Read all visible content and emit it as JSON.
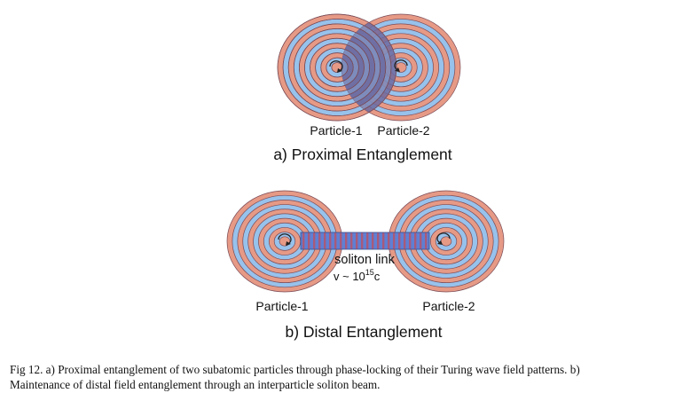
{
  "panel_a": {
    "particle_1": "Particle-1",
    "particle_2": "Particle-2",
    "title": "a) Proximal Entanglement"
  },
  "panel_b": {
    "particle_1": "Particle-1",
    "particle_2": "Particle-2",
    "title": "b) Distal Entanglement",
    "link_label": "soliton link",
    "velocity_prefix": "v ~ 10",
    "velocity_exponent": "15",
    "velocity_suffix": "c"
  },
  "caption": {
    "line_1": "Fig 12. a) Proximal entanglement of two subatomic particles through phase-locking of their Turing wave field patterns.  b)",
    "line_2": "Maintenance of distal field entanglement through an interparticle soliton beam."
  },
  "colors": {
    "ring_salmon": "#e69a86",
    "ring_blue": "#97c2ec",
    "ring_edge": "#7a4a55",
    "overlap": "#6c6aa0",
    "link_blue": "#5f7fd3",
    "link_stripe": "#a85a7a"
  }
}
